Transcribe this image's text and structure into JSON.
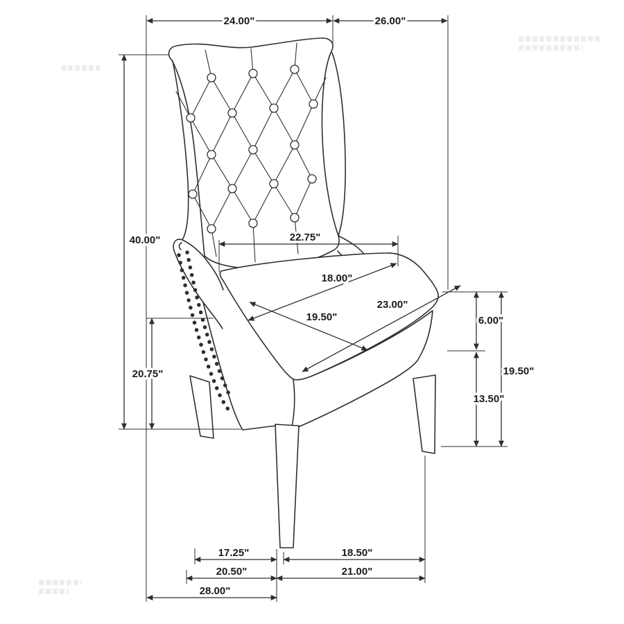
{
  "page": {
    "background": "#ffffff",
    "stroke_color": "#2e2e2e",
    "subject": "Tufted wingback side chair dimension drawing"
  },
  "dimensions": {
    "back_top_width": "24.00\"",
    "front_top_depth": "26.00\"",
    "overall_height": "40.00\"",
    "back_width": "22.75\"",
    "seat_depth": "18.00\"",
    "seat_diagonal": "23.00\"",
    "seat_width": "19.50\"",
    "arm_height": "20.75\"",
    "cushion_thickness": "6.00\"",
    "seat_height": "19.50\"",
    "leg_height": "13.50\"",
    "front_leg_spacing": "17.25\"",
    "side_leg_spacing": "18.50\"",
    "front_base_width": "20.50\"",
    "side_base_depth": "21.00\"",
    "overall_depth": "28.00\""
  }
}
